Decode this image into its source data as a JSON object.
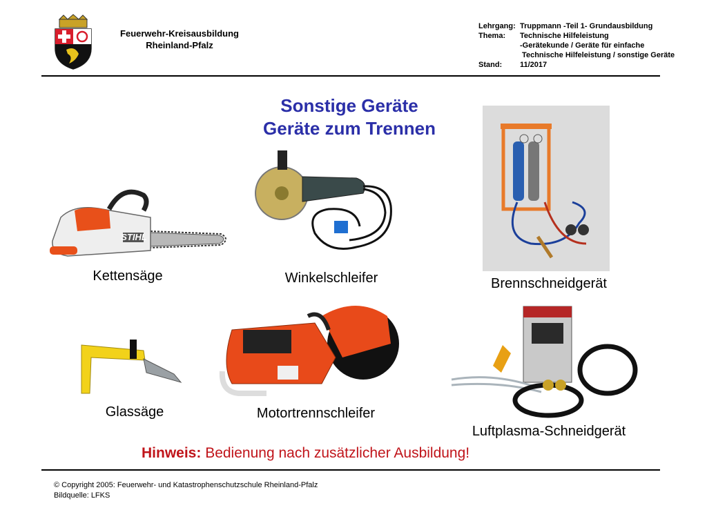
{
  "header": {
    "org_line1": "Feuerwehr-Kreisausbildung",
    "org_line2": "Rheinland-Pfalz",
    "meta": {
      "lehrgang_key": "Lehrgang:",
      "lehrgang_val": "Truppmann -Teil 1- Grundausbildung",
      "thema_key": "Thema:",
      "thema_val1": "Technische Hilfeleistung",
      "thema_val2": "-Gerätekunde / Geräte für einfache",
      "thema_val3": " Technische Hilfeleistung / sonstige Geräte",
      "stand_key": "Stand:",
      "stand_val": "11/2017"
    }
  },
  "title": {
    "line1": "Sonstige Geräte",
    "line2": "Geräte zum Trennen"
  },
  "items": [
    {
      "label": "Kettensäge",
      "brand": "STIHL"
    },
    {
      "label": "Winkelschleifer"
    },
    {
      "label": "Brennschneidgerät"
    },
    {
      "label": "Glassäge"
    },
    {
      "label": "Motortrennschleifer"
    },
    {
      "label": "Luftplasma-Schneidgerät"
    }
  ],
  "hint": {
    "prefix": "Hinweis:",
    "text": " Bedienung nach zusätzlicher Ausbildung!"
  },
  "footer": {
    "copyright": "© Copyright 2005: Feuerwehr- und Katastrophenschutzschule Rheinland-Pfalz",
    "source": "Bildquelle: LFKS"
  },
  "colors": {
    "title": "#2b2fa8",
    "hint": "#c0141a",
    "stihl_orange": "#e8501a"
  }
}
